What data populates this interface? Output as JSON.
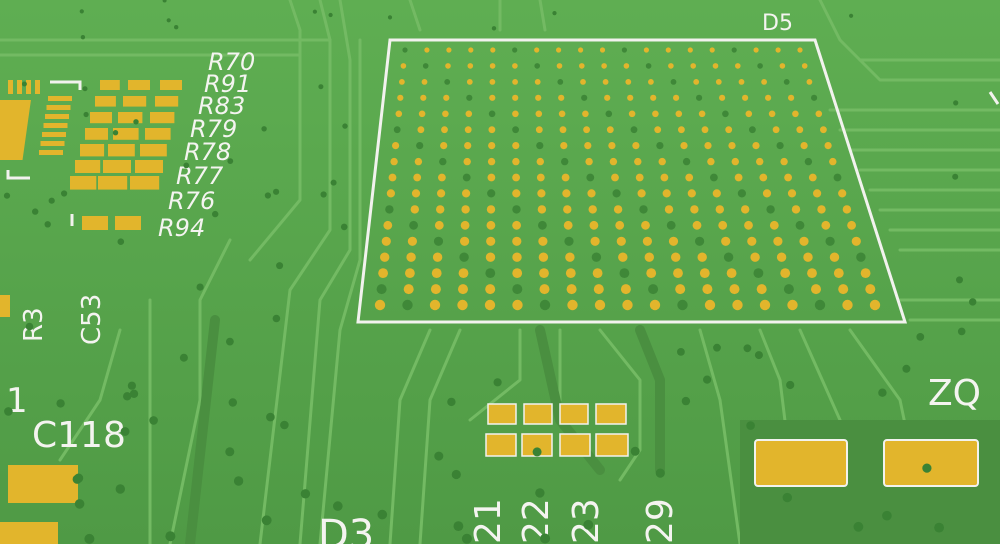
{
  "scene": {
    "description_colors": {
      "board": "#5aa64e",
      "board_dark": "#4a9140",
      "trace": "#72b862",
      "copper_pad": "#e2b52c",
      "via": "#2f7a2a",
      "silkscreen": "#f2f2ee"
    }
  },
  "silkscreen_labels": {
    "bga": "D5",
    "resistors": [
      "R70",
      "R91",
      "R83",
      "R79",
      "R78",
      "R77",
      "R76",
      "R94"
    ],
    "r3": "R3",
    "c53": "C53",
    "c118": "C118",
    "one": "1",
    "zq": "ZQ",
    "d3": "D3",
    "rotated_numbers": [
      "21",
      "22",
      "23",
      "29"
    ]
  }
}
